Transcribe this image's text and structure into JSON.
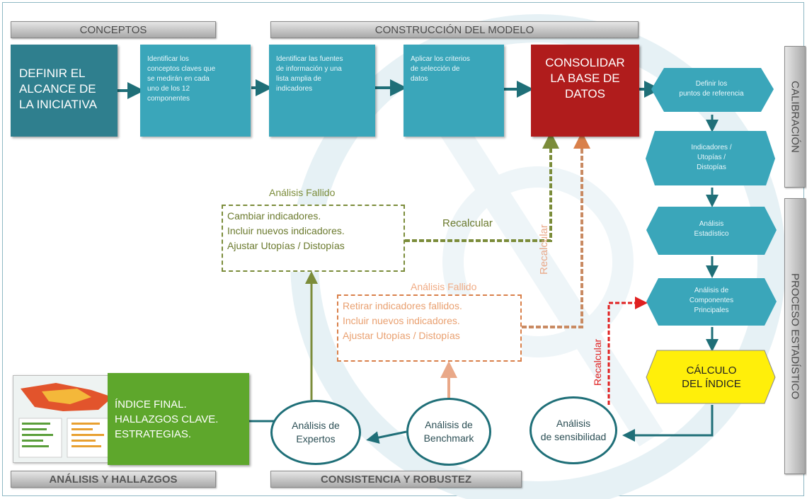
{
  "headers": {
    "conceptos": "CONCEPTOS",
    "construccion": "CONSTRUCCIÓN DEL MODELO",
    "analisis_hallazgos": "ANÁLISIS Y HALLAZGOS",
    "consistencia": "CONSISTENCIA Y ROBUSTEZ",
    "calibracion": "CALIBRACIÓN",
    "proceso": "PROCESO ESTADÍSTICO"
  },
  "boxes": {
    "definir": [
      "DEFINIR EL",
      "ALCANCE DE",
      "LA INICIATIVA"
    ],
    "identificar_conceptos": [
      "Identificar los",
      "conceptos claves que",
      "se medirán en cada",
      "uno de los 12",
      "componentes"
    ],
    "identificar_fuentes": [
      "Identificar las fuentes",
      "de información y una",
      "lista amplia de",
      "indicadores"
    ],
    "aplicar": [
      "Aplicar los criterios",
      "de selección de",
      "datos"
    ],
    "consolidar": [
      "CONSOLIDAR",
      "LA BASE DE",
      "DATOS"
    ],
    "indice_final": [
      "ÍNDICE FINAL.",
      "HALLAZGOS CLAVE.",
      "ESTRATEGIAS."
    ]
  },
  "hexagons": {
    "puntos": [
      "Definir los",
      "puntos de referencia"
    ],
    "indicadores": [
      "Indicadores /",
      "Utopías /",
      "Distopías"
    ],
    "estadistico": [
      "Análisis",
      "Estadístico"
    ],
    "componentes": [
      "Análisis de",
      "Componentes",
      "Principales"
    ],
    "calculo": [
      "CÁLCULO",
      "DEL ÍNDICE"
    ]
  },
  "fallido_1": {
    "title": "Análisis Fallido",
    "lines": [
      "Cambiar indicadores.",
      "Incluir nuevos indicadores.",
      "Ajustar Utopías / Distopías"
    ],
    "recalcular": "Recalcular"
  },
  "fallido_2": {
    "title": "Análisis Fallido",
    "lines": [
      "Retirar indicadores fallidos.",
      "Incluir nuevos indicadores.",
      "Ajustar Utopías / Distopías"
    ],
    "recalcular": "Recalcular"
  },
  "recalcular_red": "Recalcular",
  "circles": {
    "expertos": [
      "Análisis de",
      "Expertos"
    ],
    "benchmark": [
      "Análisis de",
      "Benchmark"
    ],
    "sensibilidad": [
      "Análisis",
      "de sensibilidad"
    ]
  },
  "colors": {
    "dark_teal": "#2f7f8e",
    "teal": "#3aa6ba",
    "red": "#b01c1c",
    "green": "#5ea72c",
    "yellow": "#ffef0a",
    "olive": "#7b8c3a",
    "orange": "#d9804a"
  }
}
